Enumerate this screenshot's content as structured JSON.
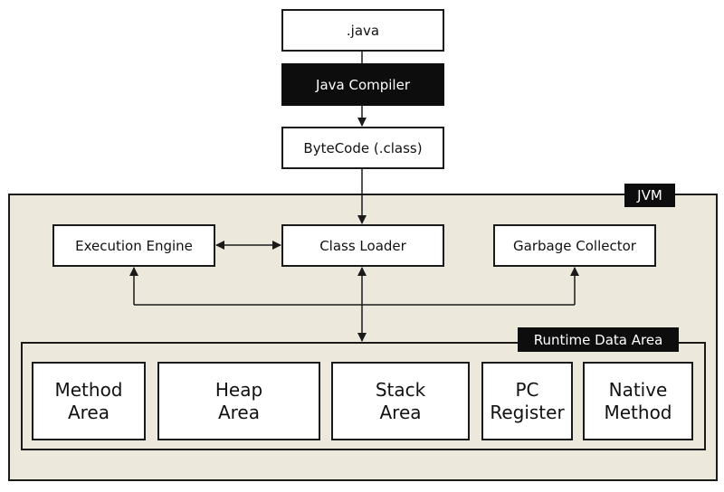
{
  "nodes": {
    "java_source": ".java",
    "java_compiler": "Java Compiler",
    "bytecode": "ByteCode (.class)",
    "execution_engine": "Execution Engine",
    "class_loader": "Class Loader",
    "garbage_collector": "Garbage Collector"
  },
  "jvm": {
    "label": "JVM"
  },
  "runtime_data_area": {
    "label": "Runtime Data Area",
    "areas": [
      "Method\nArea",
      "Heap\nArea",
      "Stack\nArea",
      "PC\nRegister",
      "Native\nMethod"
    ]
  },
  "colors": {
    "region_fill": "#ece9dc",
    "dark_fill": "#0d0d0d",
    "line": "#1a1a1a"
  }
}
